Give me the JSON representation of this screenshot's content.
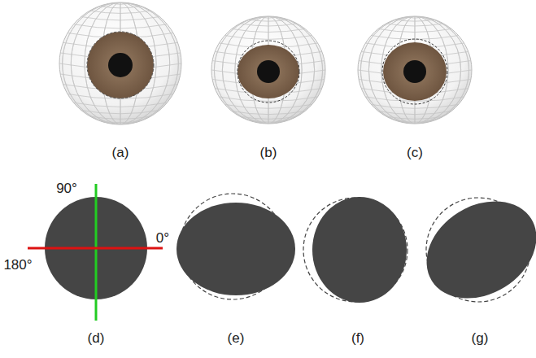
{
  "diagram": {
    "labels": [
      "(a)",
      "(b)",
      "(c)",
      "90°",
      "180°",
      "0°",
      "(d)",
      "(e)",
      "(f)",
      "(g)"
    ]
  }
}
